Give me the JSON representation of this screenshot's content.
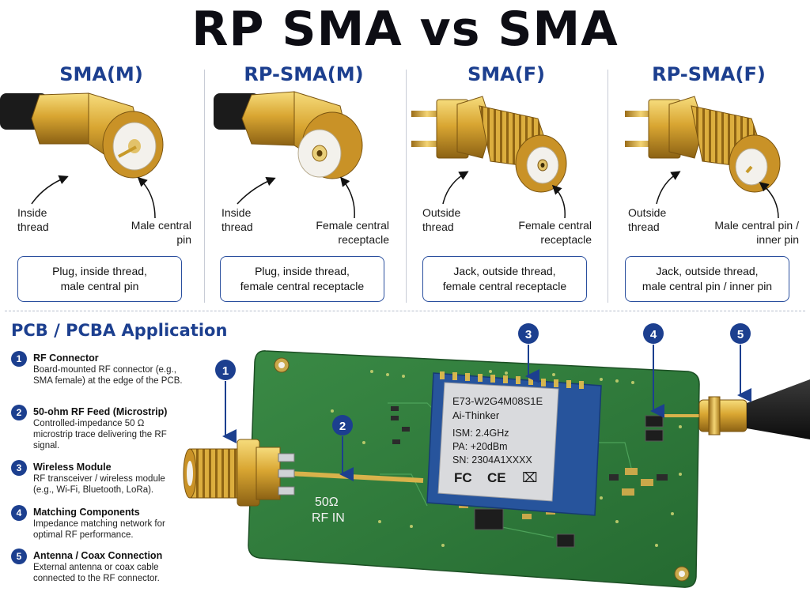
{
  "title": "RP SMA vs SMA",
  "columns": [
    {
      "header": "SMA(M)",
      "label_left": "Inside\nthread",
      "label_right": "Male central\npin",
      "description": "Plug, inside thread,\nmale central pin"
    },
    {
      "header": "RP-SMA(M)",
      "label_left": "Inside\nthread",
      "label_right": "Female central\nreceptacle",
      "description": "Plug, inside thread,\nfemale central receptacle"
    },
    {
      "header": "SMA(F)",
      "label_left": "Outside\nthread",
      "label_right": "Female central\nreceptacle",
      "description": "Jack, outside thread,\nfemale central receptacle"
    },
    {
      "header": "RP-SMA(F)",
      "label_left": "Outside\nthread",
      "label_right": "Male central pin /\ninner pin",
      "description": "Jack, outside thread,\nmale central pin / inner pin"
    }
  ],
  "pcb": {
    "title": "PCB / PCBA Application",
    "legend": [
      {
        "num": "1",
        "head": "RF Connector",
        "text": "Board-mounted RF connector (e.g., SMA female) at the edge of the PCB."
      },
      {
        "num": "2",
        "head": "50-ohm RF Feed (Microstrip)",
        "text": "Controlled-impedance 50 Ω microstrip trace delivering the RF signal."
      },
      {
        "num": "3",
        "head": "Wireless Module",
        "text": "RF transceiver / wireless module (e.g., Wi-Fi, Bluetooth, LoRa)."
      },
      {
        "num": "4",
        "head": "Matching Components",
        "text": "Impedance matching network for optimal RF performance."
      },
      {
        "num": "5",
        "head": "Antenna / Coax Connection",
        "text": "External antenna or coax cable connected to the RF connector."
      }
    ],
    "trace_label_1": "50Ω",
    "trace_label_2": "RF IN",
    "module": {
      "model": "E73-W2G4M08S1E",
      "brand": "Ai-Thinker",
      "ism": "ISM: 2.4GHz",
      "pa": "PA: +20dBm",
      "sn": "SN: 2304A1XXXX",
      "marks": [
        "FC",
        "CE",
        "⌧"
      ]
    },
    "callouts": [
      "1",
      "2",
      "3",
      "4",
      "5"
    ]
  },
  "colors": {
    "accent": "#1c3f8f",
    "gold": "#d9a632",
    "pcb_green": "#2f7a3a",
    "module_blue": "#27549c"
  }
}
